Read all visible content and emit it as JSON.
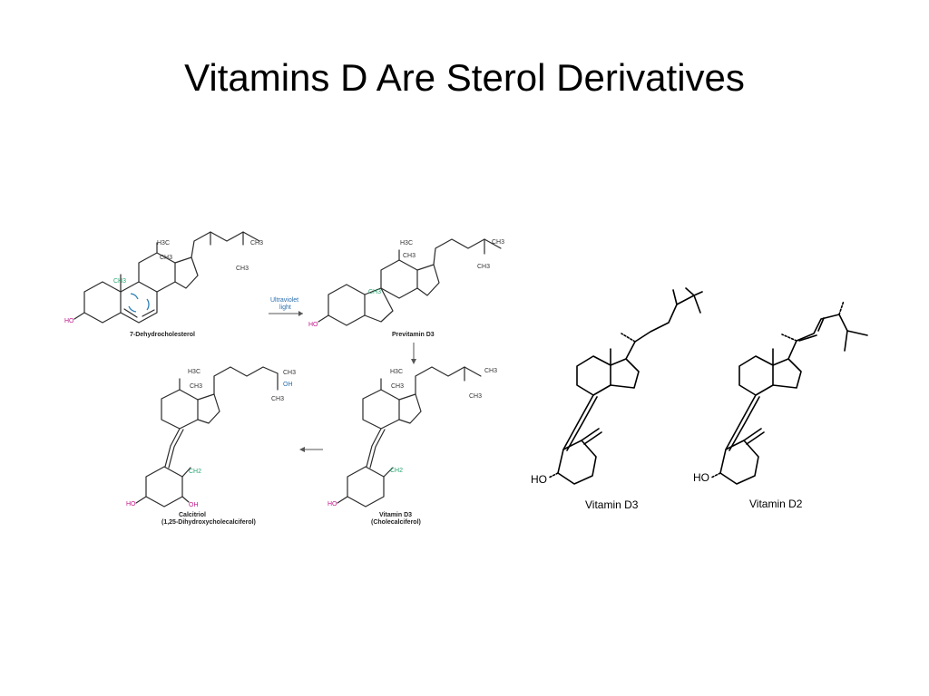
{
  "slide": {
    "title": "Vitamins D Are Sterol Derivatives"
  },
  "scheme": {
    "dehydrocholesterol": {
      "name": "7-Dehydrocholesterol",
      "ho": "HO",
      "h3c": "H3C",
      "ch3_a": "CH3",
      "ch3_b": "CH3",
      "ch3_c": "CH3",
      "ch3_d": "CH3"
    },
    "uv_arrow": {
      "line1": "Ultraviolet",
      "line2": "light"
    },
    "previtamin": {
      "name": "Previtamin D3",
      "ho": "HO",
      "h3c": "H3C",
      "ch3_a": "CH3",
      "ch3_b": "CH3",
      "ch3_c": "CH3",
      "ch3_d": "CH3"
    },
    "cholecalciferol": {
      "name": "Vitamin D3",
      "subname": "(Cholecalciferol)",
      "ho": "HO",
      "h3c": "H3C",
      "ch2": "CH2",
      "ch3_a": "CH3",
      "ch3_b": "CH3",
      "ch3_c": "CH3"
    },
    "calcitriol": {
      "name": "Calcitriol",
      "subname": "(1,25-Dihydroxycholecalciferol)",
      "ho": "HO",
      "oh_ring": "OH",
      "oh_chain": "OH",
      "h3c": "H3C",
      "ch2": "CH2",
      "ch3_a": "CH3",
      "ch3_b": "CH3",
      "ch3_c": "CH3"
    }
  },
  "structures": {
    "d3": {
      "ho": "HO",
      "caption": "Vitamin D3"
    },
    "d2": {
      "ho": "HO",
      "caption": "Vitamin D2"
    }
  }
}
